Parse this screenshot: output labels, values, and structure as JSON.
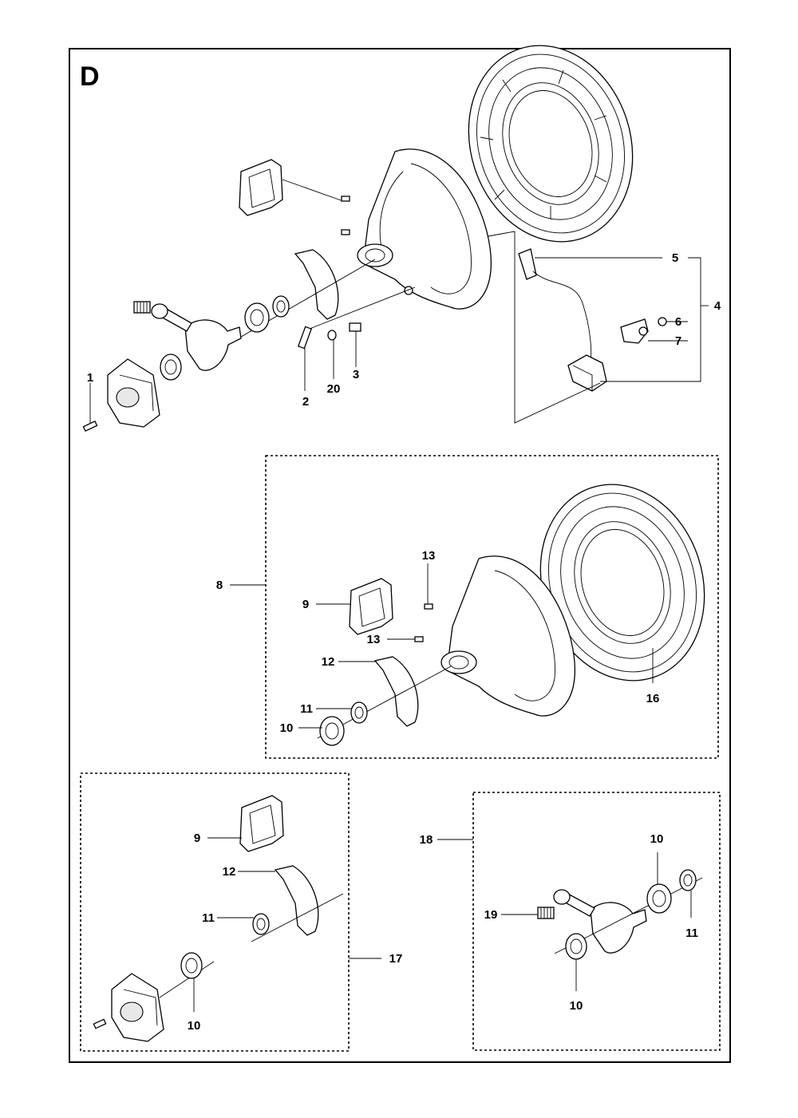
{
  "section_letter": "D",
  "callouts": [
    {
      "id": "c1",
      "text": "1"
    },
    {
      "id": "c2",
      "text": "2"
    },
    {
      "id": "c20",
      "text": "20"
    },
    {
      "id": "c3",
      "text": "3"
    },
    {
      "id": "c5",
      "text": "5"
    },
    {
      "id": "c4",
      "text": "4"
    },
    {
      "id": "c6",
      "text": "6"
    },
    {
      "id": "c7",
      "text": "7"
    },
    {
      "id": "c8",
      "text": "8"
    },
    {
      "id": "c9a",
      "text": "9"
    },
    {
      "id": "c13a",
      "text": "13"
    },
    {
      "id": "c13b",
      "text": "13"
    },
    {
      "id": "c12a",
      "text": "12"
    },
    {
      "id": "c11a",
      "text": "11"
    },
    {
      "id": "c10a",
      "text": "10"
    },
    {
      "id": "c16",
      "text": "16"
    },
    {
      "id": "c9b",
      "text": "9"
    },
    {
      "id": "c12b",
      "text": "12"
    },
    {
      "id": "c11b",
      "text": "11"
    },
    {
      "id": "c17",
      "text": "17"
    },
    {
      "id": "c10b",
      "text": "10"
    },
    {
      "id": "c18",
      "text": "18"
    },
    {
      "id": "c10c",
      "text": "10"
    },
    {
      "id": "c19",
      "text": "19"
    },
    {
      "id": "c11c",
      "text": "11"
    },
    {
      "id": "c10d",
      "text": "10"
    }
  ]
}
